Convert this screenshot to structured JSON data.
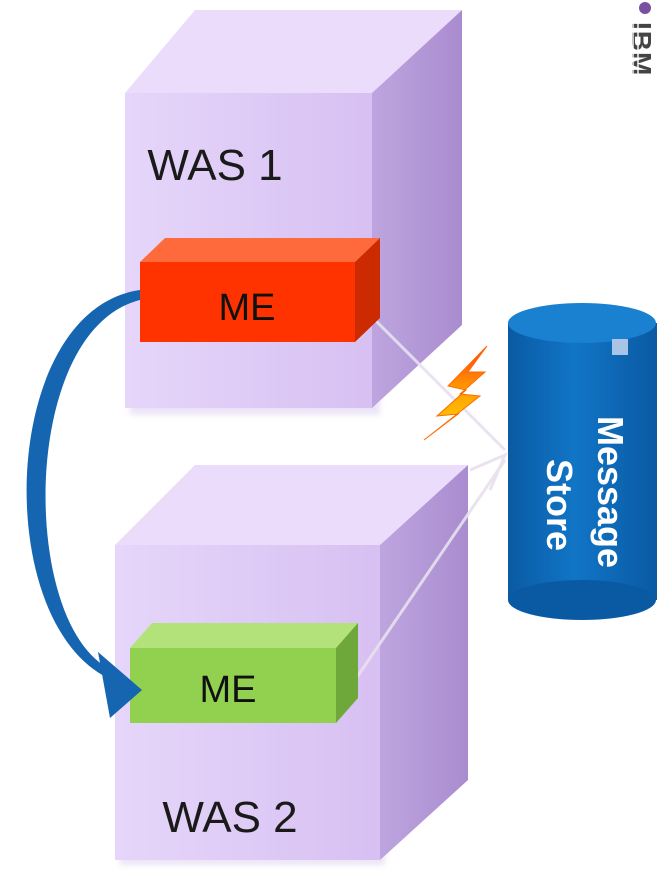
{
  "servers": [
    {
      "label": "WAS 1",
      "engine_label": "ME",
      "engine_color": "#ff3300",
      "engine_state": "failed"
    },
    {
      "label": "WAS 2",
      "engine_label": "ME",
      "engine_color": "#92d050",
      "engine_state": "active"
    }
  ],
  "message_store": {
    "line1": "Message",
    "line2": "Store",
    "color": "#0f6cb8"
  },
  "failover_arrow": {
    "from": "WAS 1 ME",
    "to": "WAS 2 ME",
    "color": "#1565b0"
  },
  "fault_icon": "lightning-bolt-icon",
  "logo": {
    "text": "IBM",
    "color": "#444444"
  },
  "colors": {
    "server_face": "#dcc6f5",
    "server_side": "#b49ad6",
    "server_top": "#ead8fb"
  }
}
